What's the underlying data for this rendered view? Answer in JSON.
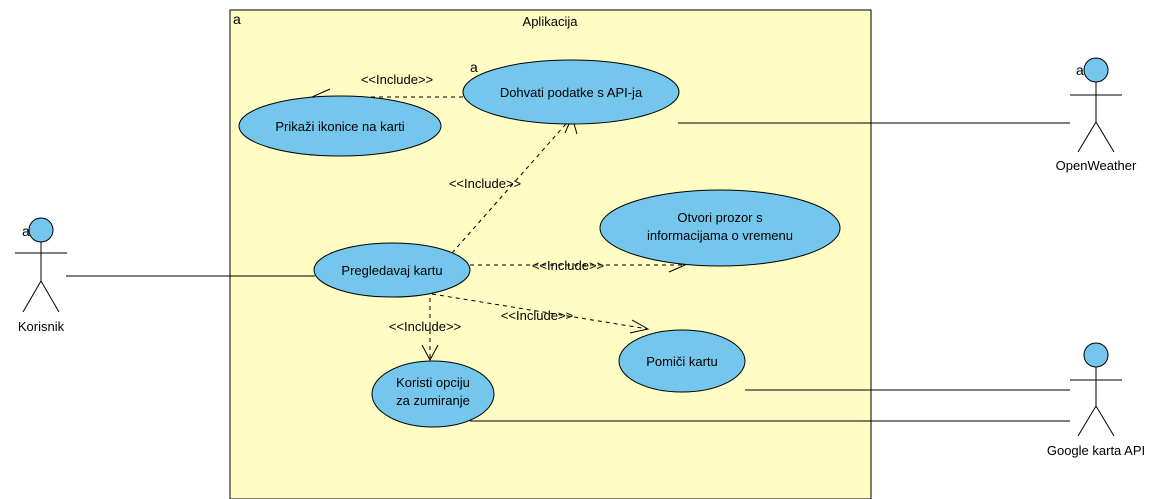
{
  "colors": {
    "boundary_fill": "#fffcc4",
    "usecase_fill": "#74c6ec",
    "actor_head_fill": "#74c6ec",
    "line": "#000000"
  },
  "system": {
    "name": "Aplikacija",
    "corner_mark": "a"
  },
  "usecases": {
    "prikazi": {
      "label": "Prikaži ikonice na karti"
    },
    "dohvati": {
      "label": "Dohvati podatke s API-ja",
      "mark": "a"
    },
    "otvori": {
      "line1": "Otvori prozor s",
      "line2": "informacijama o vremenu"
    },
    "pregledavaj": {
      "label": "Pregledavaj kartu"
    },
    "pomici": {
      "label": "Pomiči kartu"
    },
    "koristi": {
      "line1": "Koristi opciju",
      "line2": "za zumiranje"
    }
  },
  "actors": {
    "korisnik": {
      "name": "Korisnik",
      "mark": "a"
    },
    "openweather": {
      "name": "OpenWeather",
      "mark": "a"
    },
    "google": {
      "name": "Google karta API"
    }
  },
  "relations": {
    "include1": "<<Include>>",
    "include2": "<<Include>>",
    "include3": "<<Include>>",
    "include4": "<<Include>>",
    "include5": "<<Include>>"
  }
}
